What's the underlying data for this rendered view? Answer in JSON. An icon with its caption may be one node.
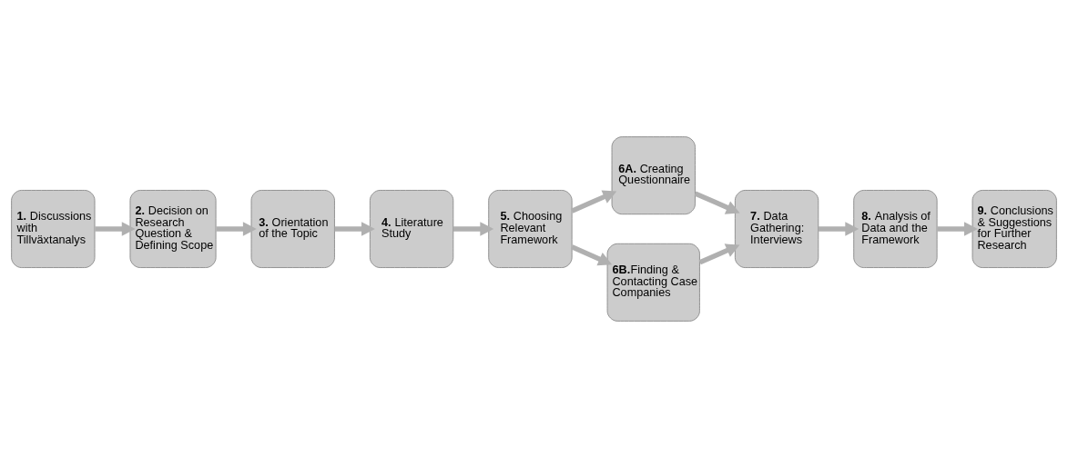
{
  "diagram": {
    "nodes": [
      {
        "text": [
          "**1.** Discussions with Tillväxtanalys"
        ]
      },
      {
        "text": [
          "**2.** Decision on Research Question & Defining Scope"
        ]
      },
      {
        "text": [
          "**3.** Orientation of the Topic"
        ]
      },
      {
        "text": [
          "**4.** Literature Study"
        ]
      },
      {
        "text": [
          "**5.** Choosing Relevant Framework"
        ]
      },
      {
        "text": [
          "**6A.** Creating Questionnaire"
        ]
      },
      {
        "text": [
          "**6B.**Finding & Contacting Case Companies"
        ]
      },
      {
        "text": [
          "**7.** Data Gathering: Interviews"
        ]
      },
      {
        "text": [
          "**8.** Analysis of Data and the Framework"
        ]
      },
      {
        "text": [
          "**9.** Conclusions & Suggestions for Further Research"
        ]
      }
    ],
    "edges": [
      {
        "from": 0,
        "to": 1,
        "arrow": "to"
      },
      {
        "from": 1,
        "to": 2,
        "arrow": "to"
      },
      {
        "from": 2,
        "to": 3,
        "arrow": "to"
      },
      {
        "from": 3,
        "to": 4,
        "arrow": "to"
      },
      {
        "from": 4,
        "to": 5,
        "arrow": "to"
      },
      {
        "from": 4,
        "to": 6,
        "arrow": "to"
      },
      {
        "from": 5,
        "to": 7,
        "arrow": "to"
      },
      {
        "from": 6,
        "to": 7,
        "arrow": "to"
      },
      {
        "from": 7,
        "to": 8,
        "arrow": "to"
      },
      {
        "from": 8,
        "to": 9,
        "arrow": "to"
      }
    ]
  }
}
